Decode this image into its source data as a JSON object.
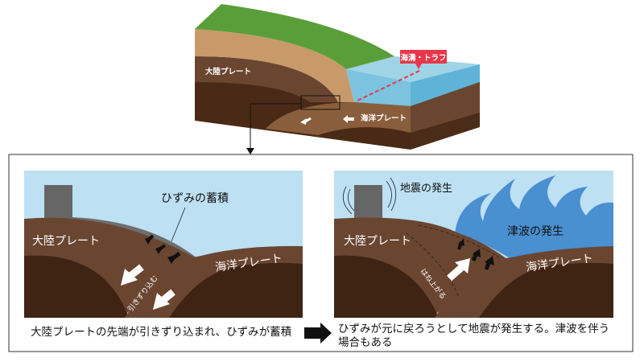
{
  "overview": {
    "continental_plate_label": "大陸プレート",
    "oceanic_plate_label": "海洋プレート",
    "trench_label": "海溝・トラフ"
  },
  "left_panel": {
    "strain_label": "ひずみの蓄積",
    "continental_plate_label": "大陸プレート",
    "oceanic_plate_label": "海洋プレート",
    "drag_label": "引きずり込む",
    "caption": "大陸プレートの先端が引きずり込まれ、ひずみが蓄積"
  },
  "right_panel": {
    "earthquake_label": "地震の発生",
    "tsunami_label": "津波の発生",
    "continental_plate_label": "大陸プレート",
    "oceanic_plate_label": "海洋プレート",
    "rebound_label": "はね上がる",
    "caption_line1": "ひずみが元に戻ろうとして地震が発生する。津波を伴う",
    "caption_line2": "場合もある"
  },
  "colors": {
    "sky": "#bde0f3",
    "green": "#5a9e3a",
    "tan": "#c89a6a",
    "plate": "#6a4631",
    "dark": "#3f2414",
    "sea": "#4a8fcf",
    "trench_red": "#e8374a"
  }
}
